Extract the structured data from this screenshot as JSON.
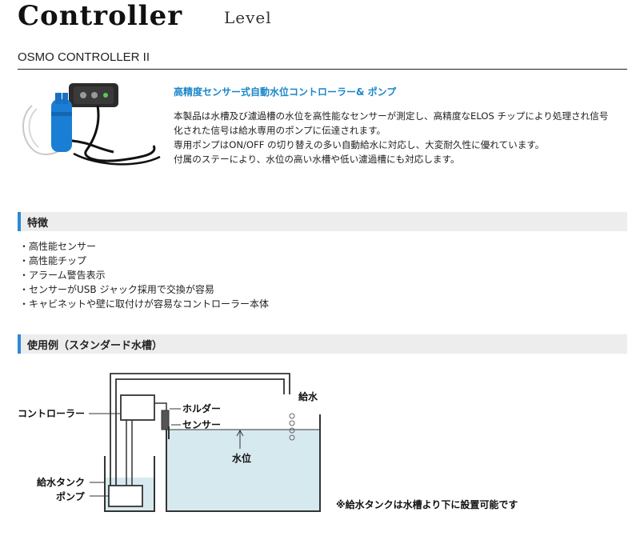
{
  "header": {
    "title": "Controller",
    "subtitle": "Level"
  },
  "product": {
    "name": "OSMO CONTROLLER  II",
    "image_icon": "pump-controller-photo-icon"
  },
  "description": {
    "heading": "高精度センサー式自動水位コントローラー& ポンプ",
    "lines": [
      "本製品は水槽及び濾過槽の水位を高性能なセンサーが測定し、高精度なELOS チップにより処理され信号",
      "化された信号は給水専用のポンプに伝達されます。",
      "専用ポンプはON/OFF の切り替えの多い自動給水に対応し、大変耐久性に優れています。",
      "付属のステーにより、水位の高い水槽や低い濾過槽にも対応します。"
    ]
  },
  "features_section": {
    "title": "特徴",
    "items": [
      "高性能センサー",
      "高性能チップ",
      "アラーム警告表示",
      "センサーがUSB ジャック採用で交換が容易",
      "キャビネットや壁に取付けが容易なコントローラー本体"
    ]
  },
  "usage_section": {
    "title": "使用例（スタンダード水槽）"
  },
  "diagram": {
    "labels": {
      "controller": "コントローラー",
      "holder": "ホルダー",
      "sensor": "センサー",
      "water_supply": "給水",
      "water_level": "水位",
      "supply_tank": "給水タンク",
      "pump": "ポンプ",
      "note": "※給水タンクは水槽より下に設置可能です"
    },
    "colors": {
      "water": "#d6e9ee",
      "line": "#333333",
      "accent": "#2a8ad8",
      "heading_blue": "#1a86c8"
    }
  }
}
